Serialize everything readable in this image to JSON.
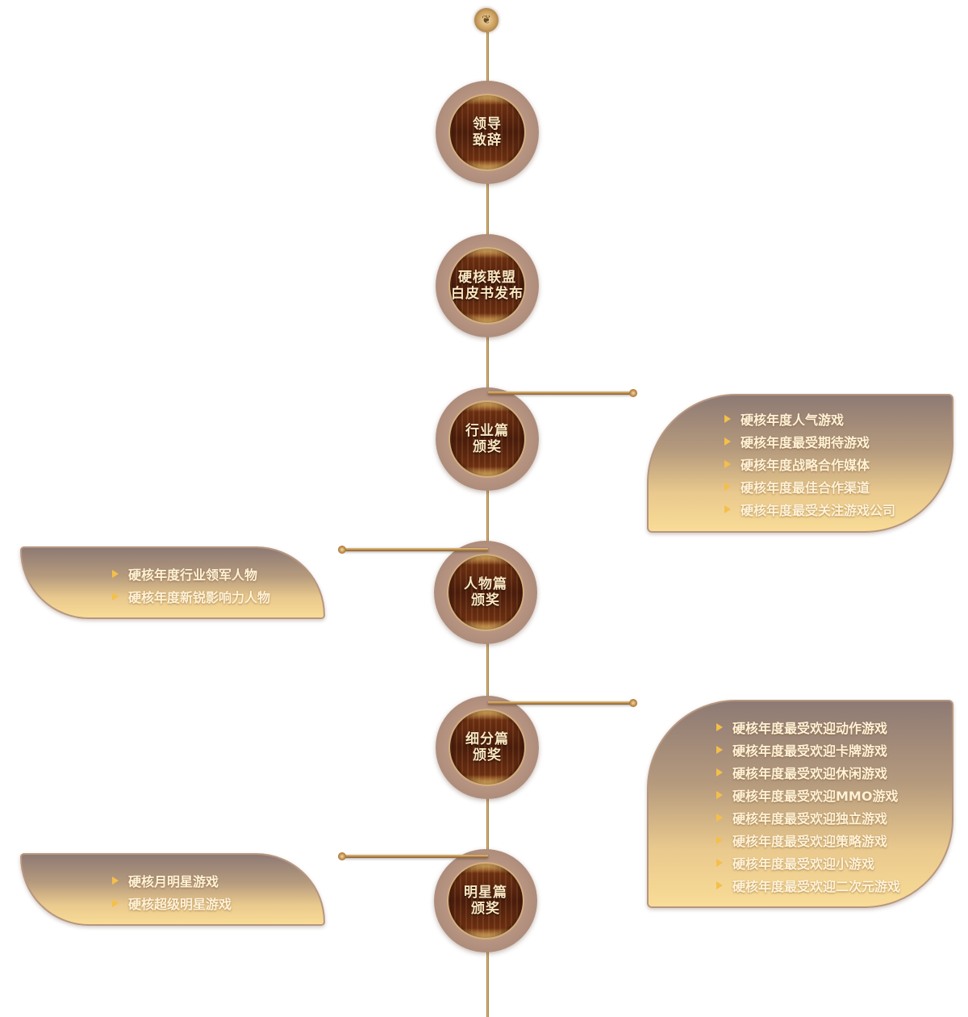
{
  "timeline": {
    "emblem_icon": "laurel-emblem-icon",
    "nodes": [
      {
        "lines": [
          "领导",
          "致辞"
        ]
      },
      {
        "lines": [
          "硬核联盟",
          "白皮书发布"
        ]
      },
      {
        "lines": [
          "行业篇",
          "颁奖"
        ]
      },
      {
        "lines": [
          "人物篇",
          "颁奖"
        ]
      },
      {
        "lines": [
          "细分篇",
          "颁奖"
        ]
      },
      {
        "lines": [
          "明星篇",
          "颁奖"
        ]
      }
    ]
  },
  "panels": {
    "industry": {
      "items": [
        "硬核年度人气游戏",
        "硬核年度最受期待游戏",
        "硬核年度战略合作媒体",
        "硬核年度最佳合作渠道",
        "硬核年度最受关注游戏公司"
      ]
    },
    "people": {
      "items": [
        "硬核年度行业领军人物",
        "硬核年度新锐影响力人物"
      ]
    },
    "segment": {
      "items": [
        "硬核年度最受欢迎动作游戏",
        "硬核年度最受欢迎卡牌游戏",
        "硬核年度最受欢迎休闲游戏",
        "硬核年度最受欢迎MMO游戏",
        "硬核年度最受欢迎独立游戏",
        "硬核年度最受欢迎策略游戏",
        "硬核年度最受欢迎小游戏",
        "硬核年度最受欢迎二次元游戏"
      ]
    },
    "star": {
      "items": [
        "硬核月明星游戏",
        "硬核超级明星游戏"
      ]
    }
  },
  "colors": {
    "gold": "#e8c27a",
    "node_text": "#fbe6c0",
    "panel_text": "#fff2d6",
    "bullet": "#f4bf4a"
  }
}
